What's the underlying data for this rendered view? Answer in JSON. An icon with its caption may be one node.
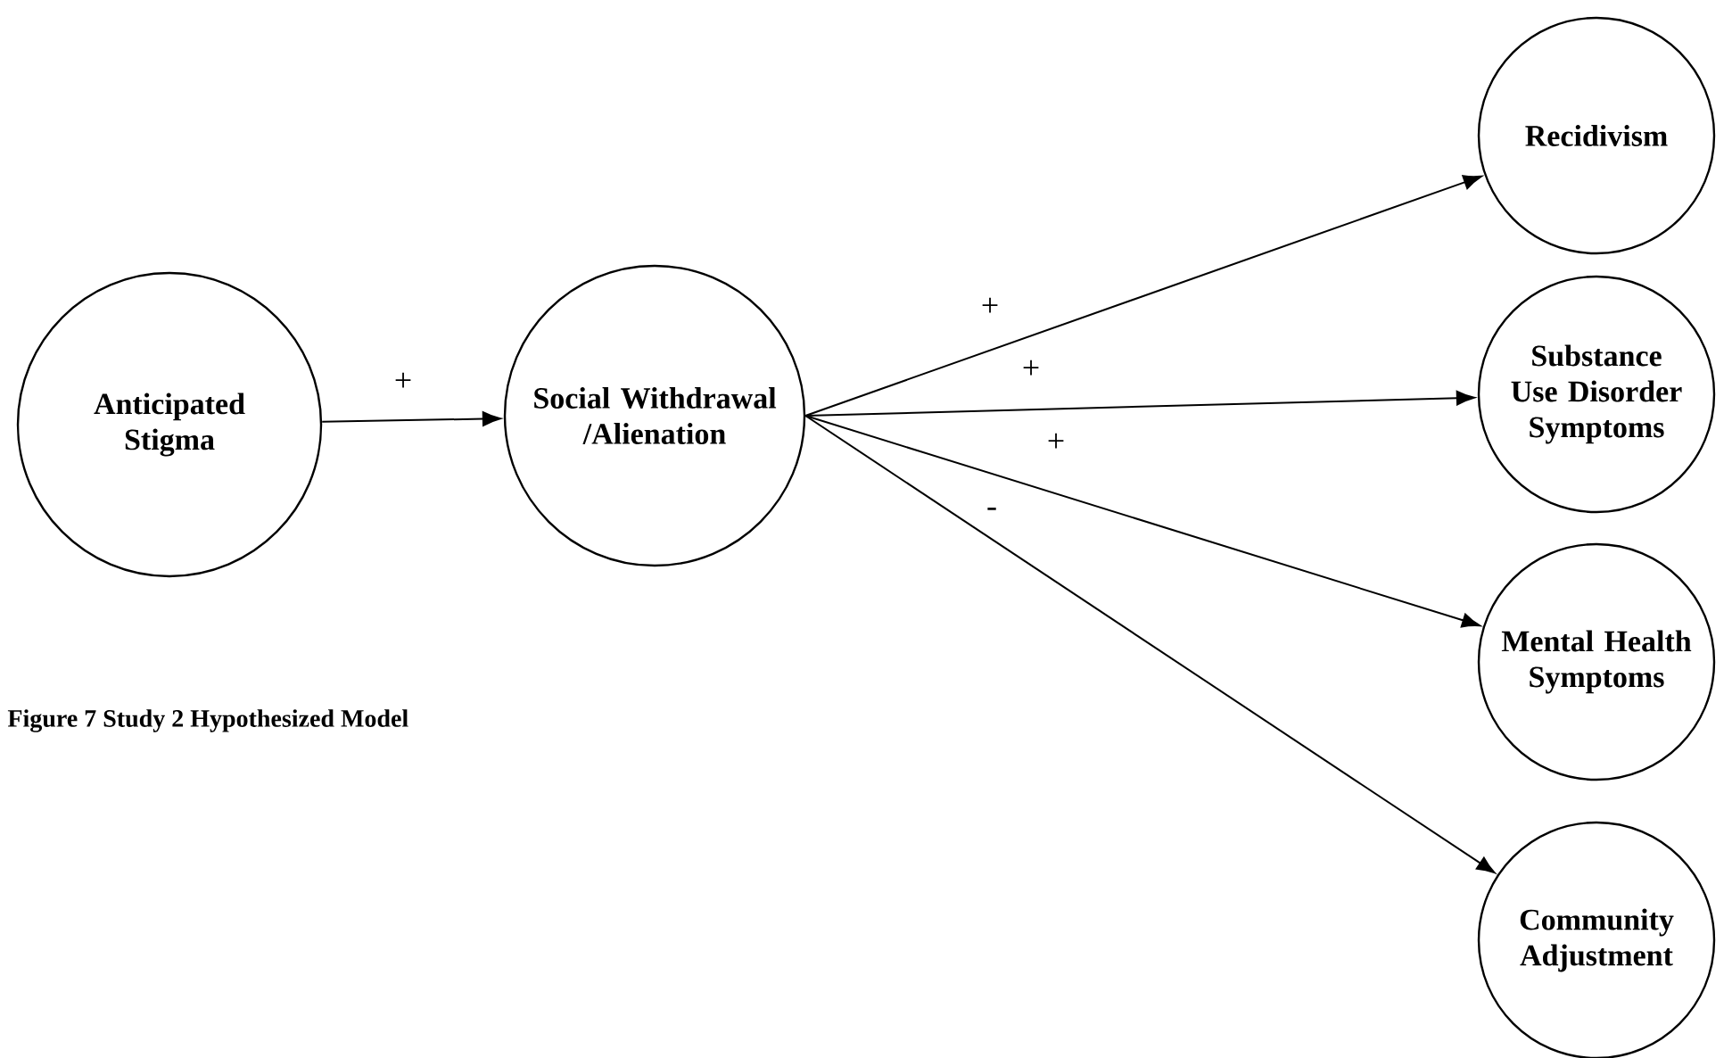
{
  "diagram": {
    "caption": "Figure 7 Study 2 Hypothesized Model",
    "nodes": [
      {
        "text": [
          "Anticipated Stigma"
        ]
      },
      {
        "text": [
          "Social Withdrawal /Alienation"
        ]
      },
      {
        "text": [
          "Recidivism"
        ]
      },
      {
        "text": [
          "Substance Use Disorder Symptoms"
        ]
      },
      {
        "text": [
          "Mental Health Symptoms"
        ]
      },
      {
        "text": [
          "Community Adjustment"
        ]
      }
    ],
    "edges": [
      {
        "from": 0,
        "to": 1,
        "arrow": "to",
        "label": "+"
      },
      {
        "from": 1,
        "to": 2,
        "arrow": "to",
        "label": "+"
      },
      {
        "from": 1,
        "to": 3,
        "arrow": "to",
        "label": "+"
      },
      {
        "from": 1,
        "to": 4,
        "arrow": "to",
        "label": "+"
      },
      {
        "from": 1,
        "to": 5,
        "arrow": "to",
        "label": "-"
      }
    ]
  }
}
